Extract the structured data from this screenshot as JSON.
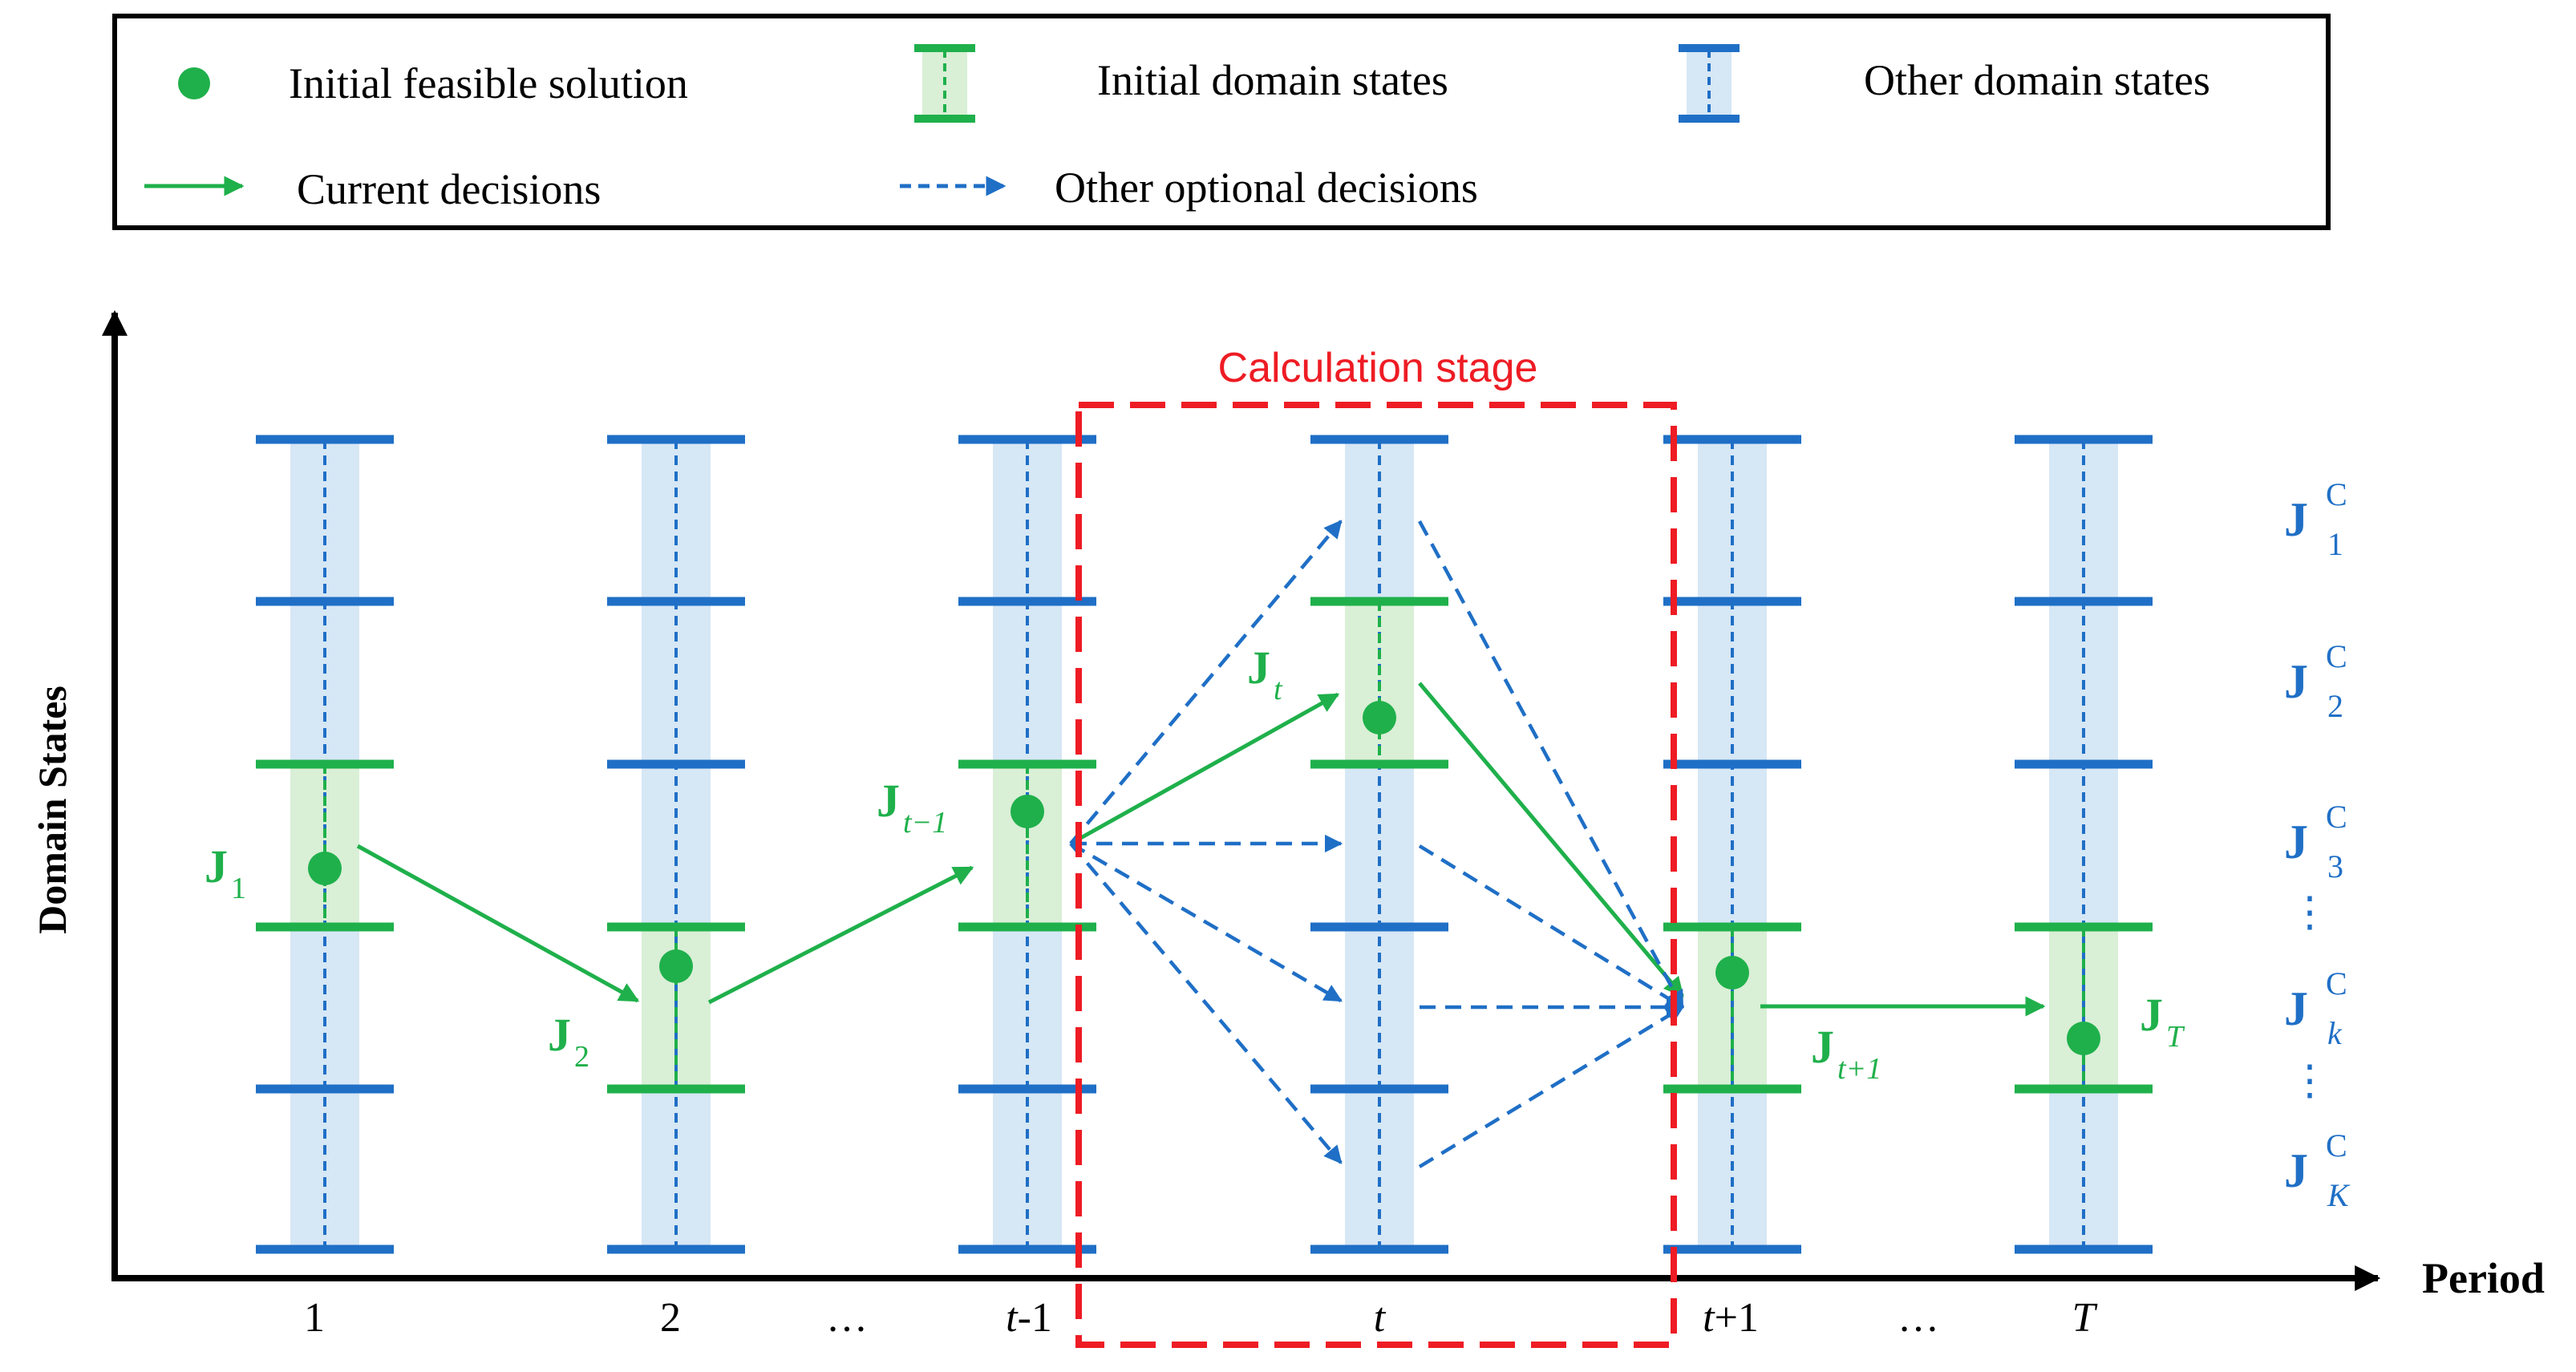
{
  "legend": {
    "initial_feasible_solution": "Initial feasible solution",
    "initial_domain_states": "Initial domain states",
    "other_domain_states": "Other domain states",
    "current_decisions": "Current decisions",
    "other_optional_decisions": "Other optional decisions"
  },
  "axes": {
    "y_label": "Domain States",
    "x_label": "Period"
  },
  "calculation_stage_label": "Calculation stage",
  "periods": [
    {
      "label": "1",
      "italic": false
    },
    {
      "label": "2",
      "italic": false
    },
    {
      "label": "…",
      "italic": false
    },
    {
      "label": "t",
      "suffix": "-1",
      "italic": true
    },
    {
      "label": "t",
      "suffix": "",
      "italic": true
    },
    {
      "label": "t",
      "suffix": "+1",
      "italic": true
    },
    {
      "label": "…",
      "italic": false
    },
    {
      "label": "T",
      "suffix": "",
      "italic": true
    }
  ],
  "solution_labels": [
    {
      "base": "J",
      "sub": "1"
    },
    {
      "base": "J",
      "sub": "2"
    },
    {
      "base": "J",
      "sub": "t−1"
    },
    {
      "base": "J",
      "sub": "t"
    },
    {
      "base": "J",
      "sub": "t+1"
    },
    {
      "base": "J",
      "sub": "T"
    }
  ],
  "state_labels": [
    {
      "base": "J",
      "sup": "C",
      "sub": "1"
    },
    {
      "base": "J",
      "sup": "C",
      "sub": "2"
    },
    {
      "base": "J",
      "sup": "C",
      "sub": "3"
    },
    {
      "base": "J",
      "sup": "C",
      "sub": "k"
    },
    {
      "base": "J",
      "sup": "C",
      "sub": "K"
    }
  ],
  "vertical_ellipsis": "⋮",
  "colors": {
    "green": "#1fb04b",
    "blue": "#1f6fc6",
    "light_blue_band": "#d6e7f5",
    "light_green_band": "#d9efd6",
    "red": "#ee1c24",
    "black": "#000000"
  }
}
